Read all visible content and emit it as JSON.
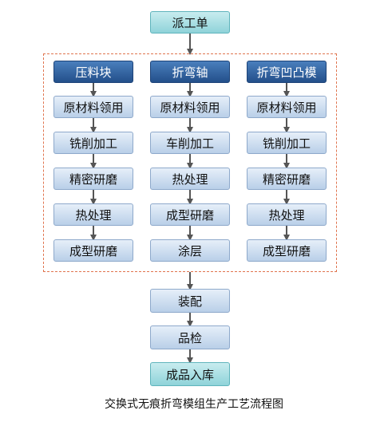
{
  "start": "派工单",
  "columns": [
    {
      "title": "压料块",
      "steps": [
        "原材料领用",
        "铣削加工",
        "精密研磨",
        "热处理",
        "成型研磨"
      ]
    },
    {
      "title": "折弯轴",
      "steps": [
        "原材料领用",
        "车削加工",
        "热处理",
        "成型研磨",
        "涂层"
      ]
    },
    {
      "title": "折弯凹凸模",
      "steps": [
        "原材料领用",
        "铣削加工",
        "精密研磨",
        "热处理",
        "成型研磨"
      ]
    }
  ],
  "tail": [
    "装配",
    "品检"
  ],
  "end": "成品入库",
  "caption": "交换式无痕折弯模组生产工艺流程图",
  "colors": {
    "header": "#2f5f9e",
    "step": "#c9daef",
    "terminal": "#8fd3d9",
    "group_border": "#e0744e"
  }
}
